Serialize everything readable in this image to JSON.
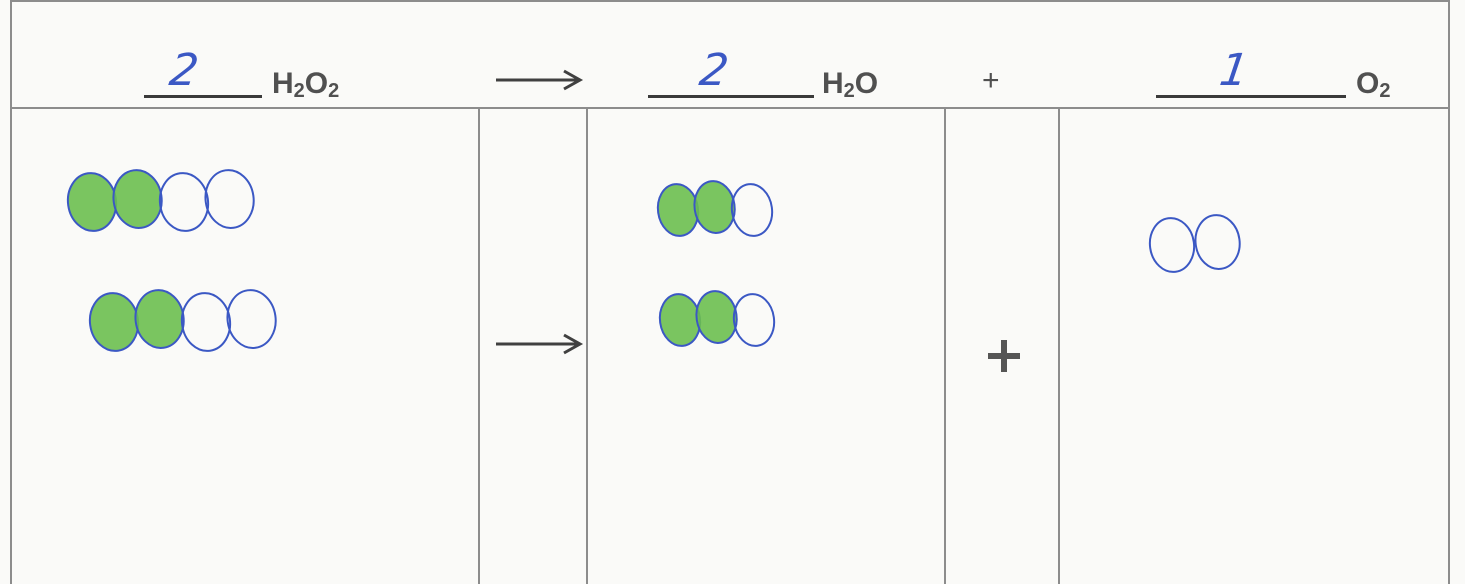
{
  "equation": {
    "reactant": {
      "coefficient": "2",
      "formula_main": "H",
      "formula_sub1": "2",
      "formula_mid": "O",
      "formula_sub2": "2"
    },
    "product1": {
      "coefficient": "2",
      "formula_main": "H",
      "formula_sub1": "2",
      "formula_mid": "O"
    },
    "product2": {
      "coefficient": "1",
      "formula_main": "O",
      "formula_sub1": "2"
    },
    "plus": "+"
  },
  "colors": {
    "hydrogen": "#6cbf4f",
    "oxygen_outline": "#3b58c4",
    "handwriting": "#3b58c4"
  },
  "icons": {
    "reaction_arrow": "right-arrow-icon"
  },
  "diagram": {
    "reactant_rows": [
      [
        "H",
        "H",
        "O",
        "O"
      ],
      [
        "H",
        "H",
        "O",
        "O"
      ]
    ],
    "product1_rows": [
      [
        "H",
        "H",
        "O"
      ],
      [
        "H",
        "H",
        "O"
      ]
    ],
    "product2_rows": [
      [
        "O",
        "O"
      ]
    ]
  }
}
